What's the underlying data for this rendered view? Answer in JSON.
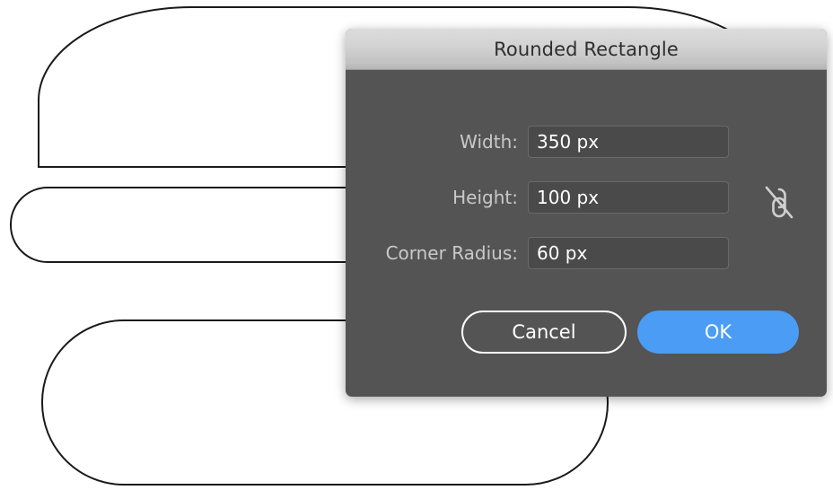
{
  "dialog": {
    "title": "Rounded Rectangle",
    "fields": [
      {
        "label": "Width:",
        "value": "350 px",
        "placeholder": "Width",
        "name": "width"
      },
      {
        "label": "Height:",
        "value": "100 px",
        "placeholder": "Height",
        "name": "height"
      },
      {
        "label": "Corner Radius:",
        "value": "60 px",
        "placeholder": "Corner Radius",
        "name": "corner-radius"
      }
    ],
    "link_toggle": {
      "icon": "unlink-icon",
      "state": "unlinked"
    },
    "buttons": {
      "cancel_label": "Cancel",
      "ok_label": "OK"
    },
    "colors": {
      "body": "#545454",
      "titlebar_top": "#dcdcdc",
      "titlebar_bottom": "#b4b4b4",
      "title_text": "#2e2e2e",
      "label_text": "#c9c9c9",
      "input_background": "#4a4a4a",
      "input_border": "#6a6a6a",
      "input_text": "#ffffff",
      "accent": "#4a9cf5",
      "cancel_border": "#ffffff"
    }
  },
  "canvas": {
    "stroke": "#1a1a1a",
    "fill": "#ffffff",
    "shapes": [
      {
        "name": "shape-arc-top",
        "description": "large arched outline shape at top-left"
      },
      {
        "name": "shape-pill-middle",
        "description": "thin rounded rectangle bar in middle-left"
      },
      {
        "name": "shape-pill-bottom",
        "description": "large stadium rounded rectangle at bottom"
      }
    ]
  }
}
